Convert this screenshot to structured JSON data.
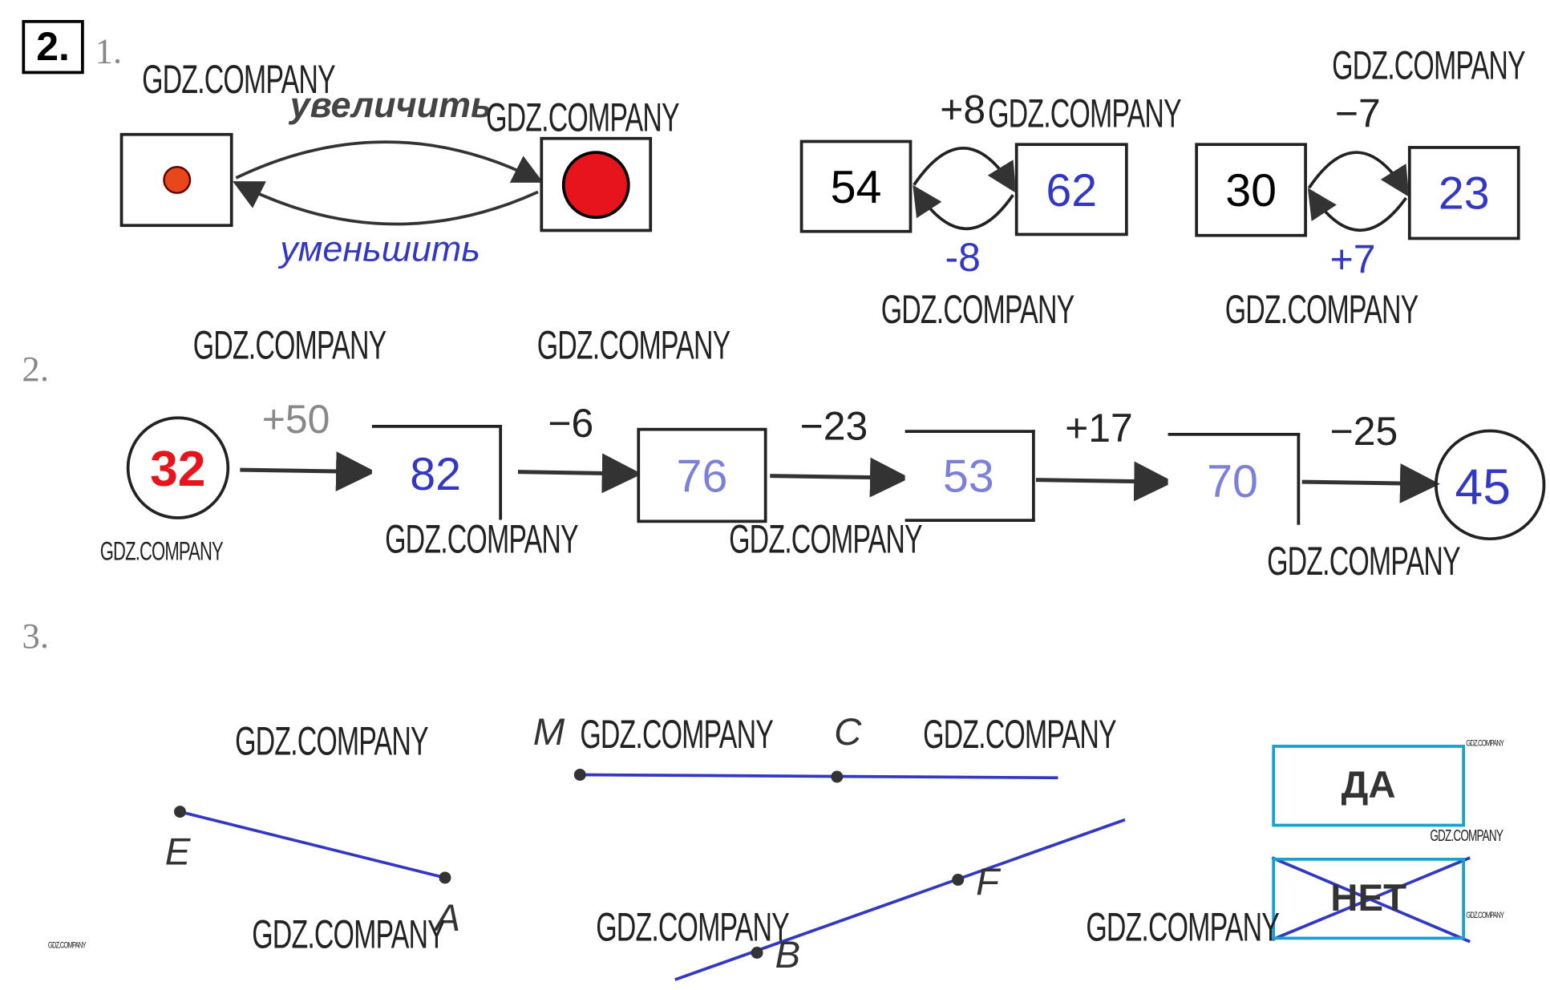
{
  "task_number": "2.",
  "watermark": "GDZ.COMPANY",
  "part1": {
    "number": "1.",
    "increase_label": "увеличить",
    "decrease_label": "уменьшить",
    "pair1": {
      "left": "54",
      "right": "62",
      "forward_op": "+8",
      "back_op": "-8"
    },
    "pair2": {
      "left": "30",
      "right": "23",
      "forward_op": "−7",
      "back_op": "+7"
    }
  },
  "part2": {
    "number": "2.",
    "start": "32",
    "steps": [
      {
        "op": "+50",
        "result": "82"
      },
      {
        "op": "−6",
        "result": "76"
      },
      {
        "op": "−23",
        "result": "53"
      },
      {
        "op": "+17",
        "result": "70"
      },
      {
        "op": "−25",
        "result": "45"
      }
    ]
  },
  "part3": {
    "number": "3.",
    "points": {
      "E": "E",
      "A": "A",
      "M": "M",
      "C": "C",
      "B": "B",
      "F": "F"
    },
    "yes": "ДА",
    "no": "НЕТ"
  },
  "colors": {
    "blue": "#3338c4",
    "red": "#e8141b",
    "cyan": "#1aa0d0"
  }
}
